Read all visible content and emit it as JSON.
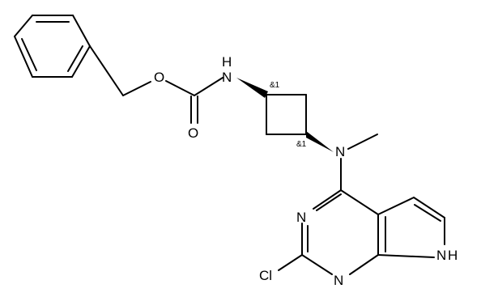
{
  "molecule": {
    "atoms": {
      "O_ester": "O",
      "O_carbonyl": "O",
      "N_carbamate": "N",
      "H_carbamate": "H",
      "N_amine": "N",
      "N_pyr_3": "N",
      "N_pyr_1": "N",
      "N_pyrrole": "N",
      "H_pyrrole": "H",
      "Cl": "Cl"
    },
    "stereo_labels": {
      "c1": "&1",
      "c3": "&1"
    }
  }
}
